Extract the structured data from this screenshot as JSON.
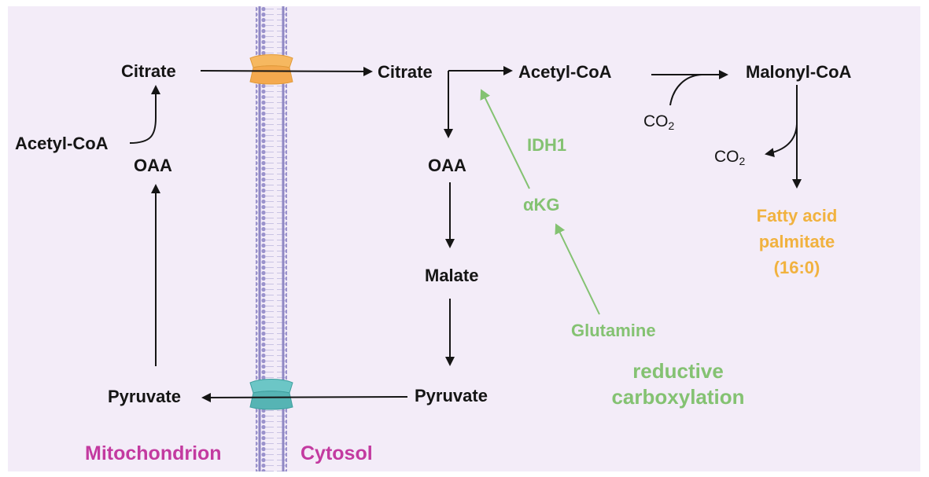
{
  "compartments": {
    "mitochondrion": "Mitochondrion",
    "cytosol": "Cytosol"
  },
  "mitochondrion": {
    "citrate": "Citrate",
    "acetyl_coa": "Acetyl-CoA",
    "oaa": "OAA",
    "pyruvate": "Pyruvate"
  },
  "cytosol": {
    "citrate": "Citrate",
    "acetyl_coa": "Acetyl-CoA",
    "malonyl_coa": "Malonyl-CoA",
    "oaa": "OAA",
    "malate": "Malate",
    "pyruvate": "Pyruvate",
    "co2_in": "CO",
    "co2_out": "CO",
    "co2_sub": "2",
    "fatty_acid": [
      "Fatty acid",
      "palmitate",
      "(16:0)"
    ]
  },
  "reductive": {
    "enzyme": "IDH1",
    "akg": "αKG",
    "glutamine": "Glutamine",
    "title": [
      "reductive",
      "carboxylation"
    ]
  },
  "colors": {
    "background": "#f3ecf8",
    "membrane": "#8f87c4",
    "citrate_transporter": "#f4b35e",
    "pyruvate_transporter": "#5cbcbc",
    "green": "#84c272",
    "orange": "#f1b23f",
    "magenta": "#c33aa0",
    "arrow": "#151515"
  }
}
